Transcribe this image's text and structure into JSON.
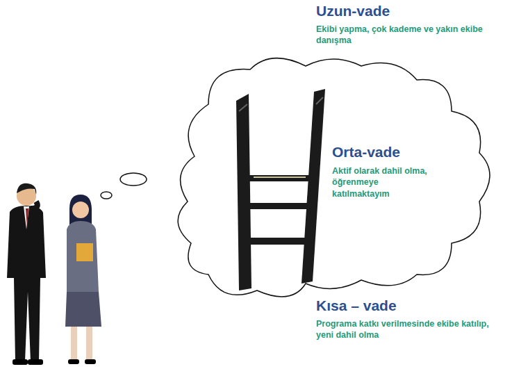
{
  "diagram": {
    "labels": [
      "Uzun-vade",
      "Ekibi yapma, çok kademe ve yakın ekibe danışma",
      "Orta-vade",
      "Aktif olarak dahil olma, öğrenmeye katılmaktayım",
      "Kısa – vade",
      "Programa katkı verilmesinde ekibe katılıp, yeni dahil olma"
    ]
  }
}
